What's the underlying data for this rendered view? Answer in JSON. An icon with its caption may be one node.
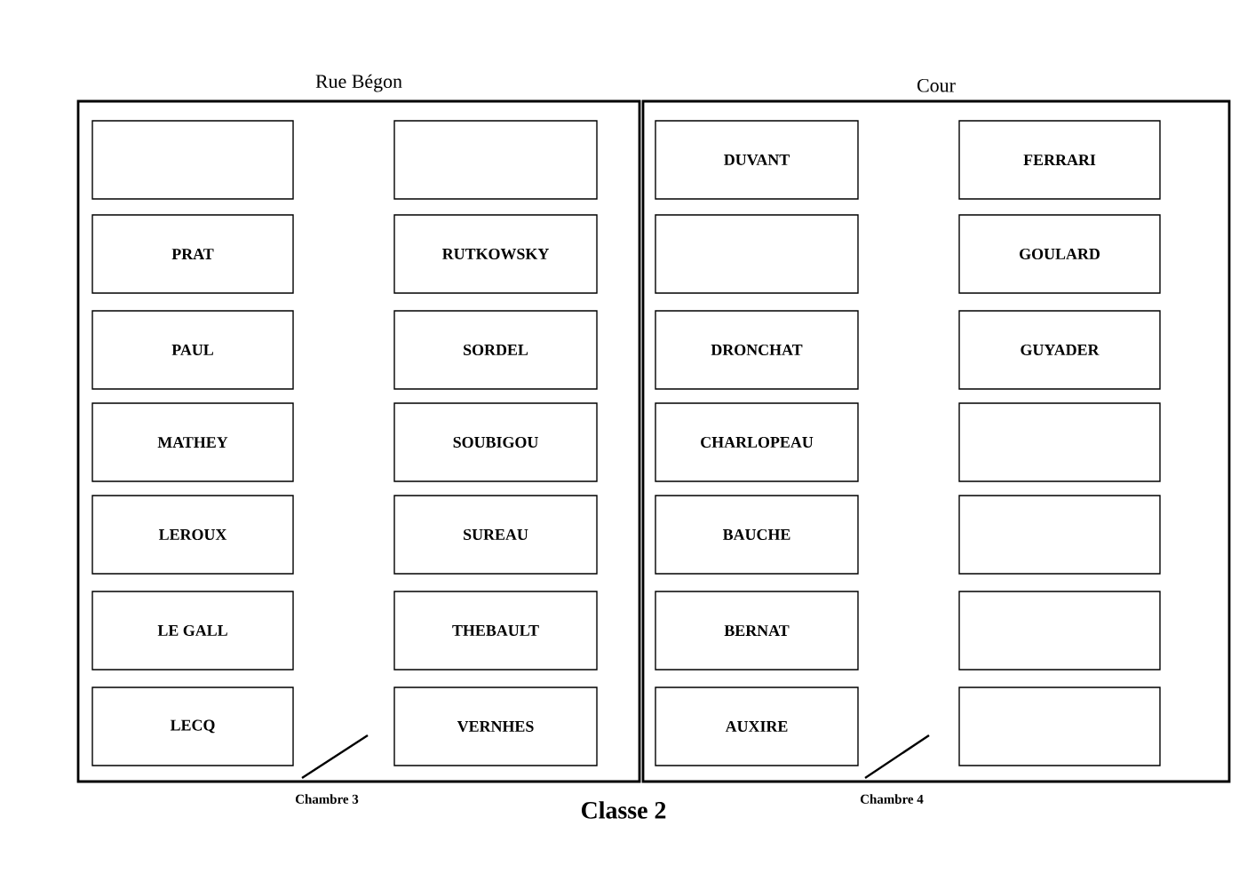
{
  "diagram": {
    "caption": "Classe 2",
    "nodes": [
      {
        "text": [
          "Rue Bégon"
        ],
        "beside": [
          "Chambre 3"
        ]
      },
      {
        "text": [],
        "shape": "box",
        "in": 0
      },
      {
        "text": [],
        "shape": "box",
        "in": 0
      },
      {
        "text": [
          "PRAT"
        ],
        "in": 0
      },
      {
        "text": [
          "RUTKOWSKY"
        ],
        "in": 0
      },
      {
        "text": [
          "PAUL"
        ],
        "in": 0
      },
      {
        "text": [
          "SORDEL"
        ],
        "in": 0
      },
      {
        "text": [
          "MATHEY"
        ],
        "in": 0
      },
      {
        "text": [
          "SOUBIGOU"
        ],
        "in": 0
      },
      {
        "text": [
          "LEROUX"
        ],
        "in": 0
      },
      {
        "text": [
          "SUREAU"
        ],
        "in": 0
      },
      {
        "text": [
          "LE GALL"
        ],
        "in": 0
      },
      {
        "text": [
          "THEBAULT"
        ],
        "in": 0
      },
      {
        "text": [
          "LECQ"
        ],
        "in": 0
      },
      {
        "text": [
          "VERNHES"
        ],
        "in": 0
      },
      {
        "text": [
          "Cour"
        ],
        "beside": [
          "Chambre 4"
        ]
      },
      {
        "text": [
          "DUVANT"
        ],
        "in": 15
      },
      {
        "text": [
          "FERRARI"
        ],
        "in": 15
      },
      {
        "text": [],
        "shape": "box",
        "in": 15
      },
      {
        "text": [
          "GOULARD"
        ],
        "in": 15
      },
      {
        "text": [
          "DRONCHAT"
        ],
        "in": 15
      },
      {
        "text": [
          "GUYADER"
        ],
        "in": 15
      },
      {
        "text": [
          "CHARLOPEAU"
        ],
        "in": 15
      },
      {
        "text": [],
        "shape": "box",
        "in": 15
      },
      {
        "text": [
          "BAUCHE"
        ],
        "in": 15
      },
      {
        "text": [],
        "shape": "box",
        "in": 15
      },
      {
        "text": [
          "BERNAT"
        ],
        "in": 15
      },
      {
        "text": [],
        "shape": "box",
        "in": 15
      },
      {
        "text": [
          "AUXIRE"
        ],
        "in": 15
      },
      {
        "text": [],
        "shape": "box",
        "in": 15
      }
    ]
  }
}
